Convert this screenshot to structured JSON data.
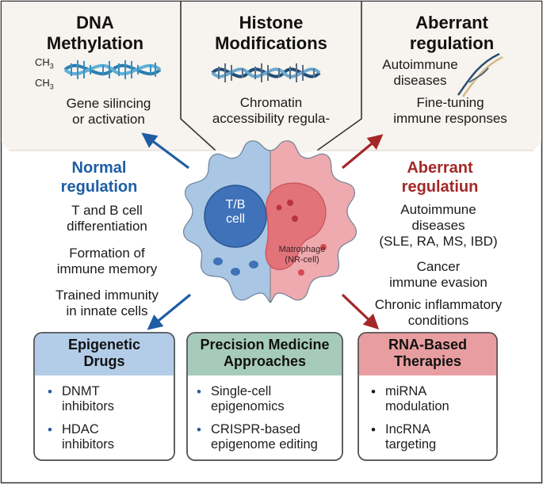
{
  "top_panels": {
    "dna": {
      "title_line1": "DNA",
      "title_line2": "Methylation",
      "ch3_a": "CH",
      "ch3_b": "CH",
      "sub3": "3",
      "desc_line1": "Gene silincing",
      "desc_line2": "or activation"
    },
    "histone": {
      "title_line1": "Histone",
      "title_line2": "Modifications",
      "desc_line1": "Chromatin",
      "desc_line2": "accessibility regula-"
    },
    "aberrant_top": {
      "title_line1": "Aberrant",
      "title_line2": "regulation",
      "desc_line1": "Autoimmune",
      "desc_line2": "diseases",
      "desc_line3": "Fine-tuning",
      "desc_line4": "immune responses"
    }
  },
  "left_column": {
    "heading_line1": "Normal",
    "heading_line2": "regulation",
    "item1_line1": "T and B cell",
    "item1_line2": "differentiation",
    "item2_line1": "Formation of",
    "item2_line2": "immune memory",
    "item3_line1": "Trained immunity",
    "item3_line2": "in innate cells"
  },
  "right_column": {
    "heading_line1": "Aberrant",
    "heading_line2": "regulatiun",
    "item1_line1": "Autoimmune",
    "item1_line2": "diseases",
    "item1_line3": "(SLE, RA, MS, IBD)",
    "item2_line1": "Cancer",
    "item2_line2": "immune evasion",
    "item3_line1": "Chronic inflammatory",
    "item3_line2": "conditions"
  },
  "center_cell": {
    "left_label_line1": "T/B",
    "left_label_line2": "cell",
    "right_label_line1": "Matrophage",
    "right_label_line2": "(NR-cell)"
  },
  "bottom_boxes": {
    "epigenetic": {
      "title_line1": "Epigenetic",
      "title_line2": "Drugs",
      "items": [
        {
          "line1": "DNMT",
          "line2": "inhibitors"
        },
        {
          "line1": "HDAC",
          "line2": "inhibitors"
        }
      ]
    },
    "precision": {
      "title_line1": "Precision Medicine",
      "title_line2": "Approaches",
      "items": [
        {
          "line1": "Single-cell",
          "line2": "epigenomics"
        },
        {
          "line1": "CRISPR-based",
          "line2": "epigenome editing"
        }
      ]
    },
    "rna": {
      "title_line1": "RNA-Based",
      "title_line2": "Therapies",
      "items": [
        {
          "line1": "miRNA",
          "line2": "modulation"
        },
        {
          "line1": "IncRNA",
          "line2": "targeting"
        }
      ]
    },
    "bullet": "•"
  },
  "colors": {
    "blue_accent": "#1e5da3",
    "red_accent": "#a42828",
    "blue_box_header": "#b3cde8",
    "teal_box_header": "#a7cbbb",
    "red_box_header": "#e89ea0",
    "panel_bg": "#f7f3ee",
    "cell_blue": "#a9c6e4",
    "cell_red": "#eeaaae"
  },
  "icons": {
    "dna_helix": "dna-helix-icon",
    "histone_helix": "histone-helix-icon",
    "ribbon": "rna-ribbon-icon",
    "cell": "cell-icon"
  }
}
